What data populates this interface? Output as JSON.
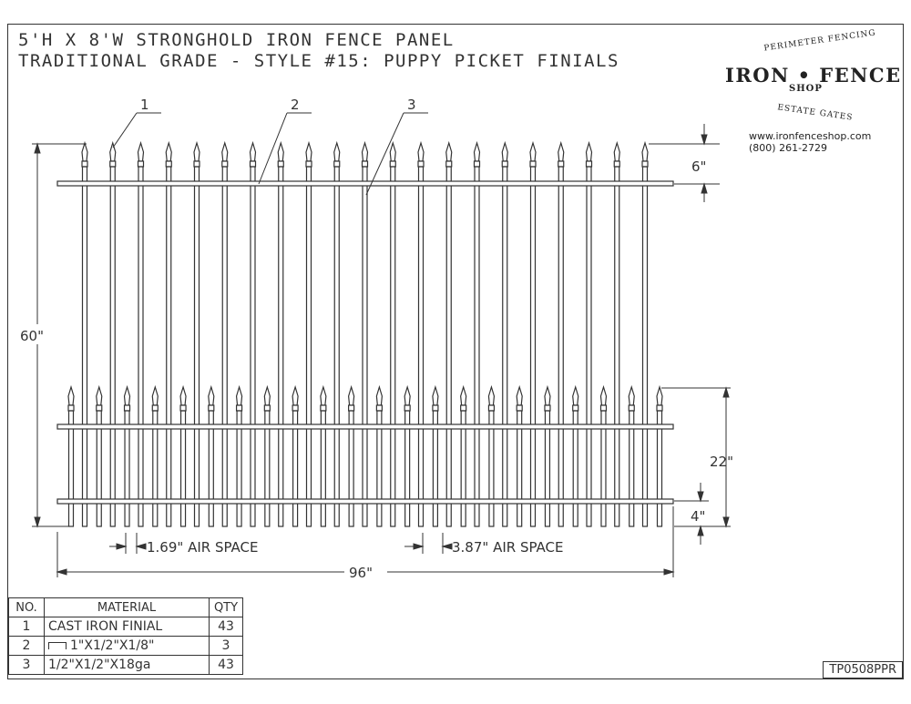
{
  "title": {
    "line1": "5'H X 8'W STRONGHOLD IRON FENCE PANEL",
    "line2": "TRADITIONAL GRADE - STYLE #15: PUPPY PICKET FINIALS"
  },
  "logo": {
    "arc_top": "PERIMETER FENCING",
    "main": "IRON • FENCE",
    "sub": "SHOP",
    "arc_bottom": "ESTATE GATES",
    "url": "www.ironfenceshop.com",
    "phone": "(800) 261-2729"
  },
  "callouts": [
    "1",
    "2",
    "3"
  ],
  "dimensions": {
    "top_finial_offset": "6\"",
    "overall_height": "60\"",
    "puppy_height": "22\"",
    "bottom_clearance": "4\"",
    "air_space_lower": "1.69\" AIR SPACE",
    "air_space_upper": "3.87\" AIR SPACE",
    "overall_width": "96\""
  },
  "bom": {
    "headers": [
      "NO.",
      "MATERIAL",
      "QTY"
    ],
    "rows": [
      {
        "no": "1",
        "material": "CAST IRON FINIAL",
        "qty": "43"
      },
      {
        "no": "2",
        "material": "1\"X1/2\"X1/8\"",
        "qty": "3"
      },
      {
        "no": "3",
        "material": "1/2\"X1/2\"X18ga",
        "qty": "43"
      }
    ]
  },
  "drawing_number": "TP0508PPR",
  "fence": {
    "tall_pickets": 21,
    "short_pickets": 22
  }
}
